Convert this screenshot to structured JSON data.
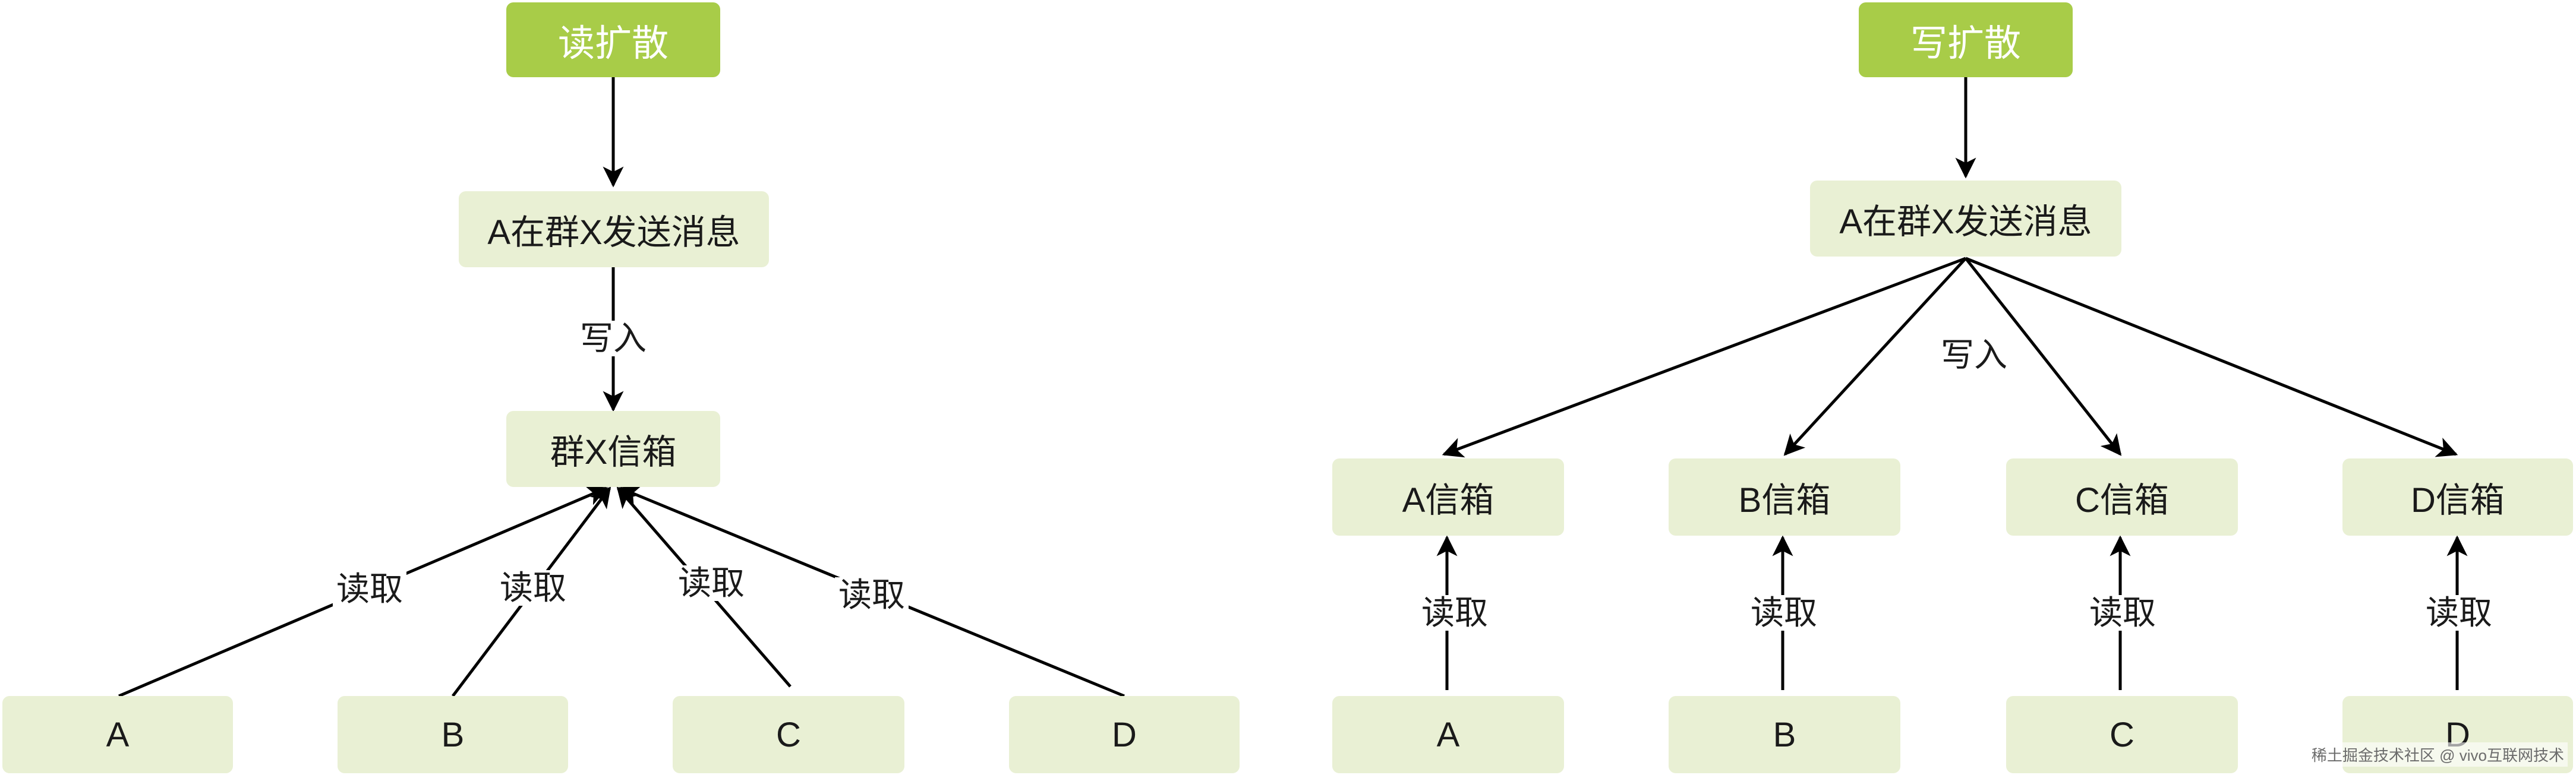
{
  "read_fanout": {
    "title": "读扩散",
    "send": "A在群X发送消息",
    "write_label": "写入",
    "mailbox": "群X信箱",
    "read_label": "读取",
    "members": [
      "A",
      "B",
      "C",
      "D"
    ]
  },
  "write_fanout": {
    "title": "写扩散",
    "send": "A在群X发送消息",
    "write_label": "写入",
    "mailboxes": [
      "A信箱",
      "B信箱",
      "C信箱",
      "D信箱"
    ],
    "read_label": "读取",
    "members": [
      "A",
      "B",
      "C",
      "D"
    ]
  },
  "watermark": "稀土掘金技术社区 @ vivo互联网技术"
}
